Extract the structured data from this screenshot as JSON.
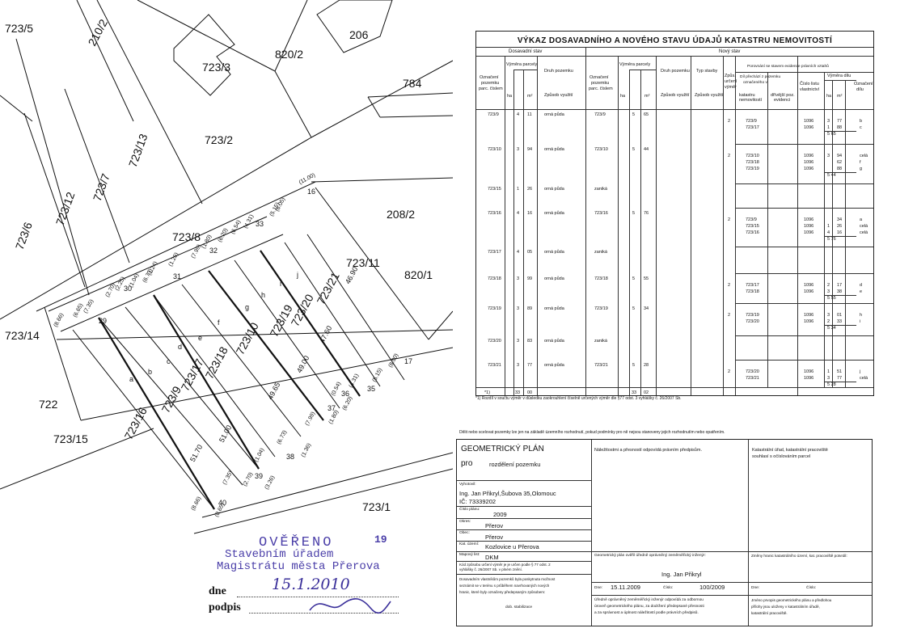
{
  "map": {
    "parcel_labels": [
      "723/5",
      "210/2",
      "723/3",
      "820/2",
      "206",
      "784",
      "723/2",
      "723/13",
      "723/7",
      "723/12",
      "723/6",
      "208/2",
      "723/8",
      "723/11",
      "820/1",
      "723/21",
      "723/20",
      "723/19",
      "723/10",
      "723/18",
      "723/17",
      "723/9",
      "723/16",
      "723/14",
      "722",
      "723/15",
      "723/1"
    ],
    "points": [
      "16",
      "17",
      "29",
      "30",
      "31",
      "32",
      "33",
      "35",
      "36",
      "37",
      "38",
      "39",
      "40"
    ],
    "letters": [
      "a",
      "b",
      "c",
      "d",
      "e",
      "f",
      "g",
      "h",
      "i",
      "j"
    ],
    "measures": [
      "(11.00)",
      "(5.15)",
      "(6.05)",
      "(4.31)",
      "(6.54)",
      "(6.20)",
      "(1.80)",
      "(7.99)",
      "(1.26)",
      "(1.24)",
      "(6.73)",
      "(1.04)",
      "(2.70)",
      "(2.25)",
      "(7.35)",
      "(6.65)",
      "(8.66)",
      "(8.00)",
      "(0.54)",
      "(4.31)",
      "(5.15)",
      "(6.20)",
      "(1.80)",
      "(7.99)",
      "(6.73)",
      "(1.04)",
      "(7.35)",
      "(2.70)",
      "(3.26)",
      "(1.36)",
      "(8.66)",
      "(0.65)",
      "46.90",
      "47.60",
      "49.00",
      "49.65",
      "51.00",
      "51.70"
    ]
  },
  "stamp": {
    "line1": "OVĚŘENO",
    "line2": "Stavebním úřadem",
    "line3": "Magistrátu města Přerova",
    "number": "19",
    "dne_label": "dne",
    "dne_value": "15.1.2010",
    "podpis_label": "podpis"
  },
  "table": {
    "title": "VÝKAZ DOSAVADNÍHO A NOVÉHO STAVU ÚDAJŮ KATASTRU NEMOVITOSTÍ",
    "group_old": "Dosavadní stav",
    "group_new": "Nový stav",
    "headers": {
      "oznaceni": [
        "Označení",
        "pozemku",
        "parc. číslem"
      ],
      "vymera": "Výměra parcely",
      "ha": "ha",
      "m2": "m²",
      "druh": "Druh pozemku",
      "zpusob": "Způsob využití",
      "typ": "Typ stavby",
      "zpusob_urceni": [
        "Způs.",
        "určení",
        "výměr"
      ],
      "porovnani": "Porovnání se stavem evidence právních vztahů",
      "dil": [
        "Díl přechází z pozemku",
        "označeného v"
      ],
      "katastru": [
        "katastru",
        "nemovitostí"
      ],
      "dri_evidenci": [
        "dřívější poz.",
        "evidenci"
      ],
      "cislo_listu": [
        "Číslo listu",
        "vlastnictví"
      ],
      "vymera_dilu": "Výměra dílu",
      "oznaceni_dilu": [
        "Označení",
        "dílu"
      ]
    },
    "rows": [
      {
        "old": "723/9",
        "ha": "",
        "m": "4",
        "m2": "11",
        "druh": "orná půda",
        "new": "723/9",
        "nm": "5",
        "nm2": "65",
        "zp": "2",
        "parts": [
          {
            "from": "723/9",
            "lv": "1096",
            "m": "3",
            "m2": "77",
            "d": "b"
          },
          {
            "from": "723/17",
            "lv": "1096",
            "m": "1",
            "m2": "88",
            "d": "c"
          }
        ],
        "sum": "5 65"
      },
      {
        "old": "723/10",
        "ha": "",
        "m": "3",
        "m2": "94",
        "druh": "orná půda",
        "new": "723/10",
        "nm": "5",
        "nm2": "44",
        "zp": "2",
        "parts": [
          {
            "from": "723/10",
            "lv": "1096",
            "m": "3",
            "m2": "94",
            "d": "celá"
          },
          {
            "from": "723/18",
            "lv": "1096",
            "m": "",
            "m2": "62",
            "d": "f"
          },
          {
            "from": "723/19",
            "lv": "1096",
            "m": "",
            "m2": "88",
            "d": "g"
          }
        ],
        "sum": "5 44"
      },
      {
        "old": "723/15",
        "ha": "",
        "m": "1",
        "m2": "26",
        "druh": "orná půda",
        "new": "zaniká",
        "nm": "",
        "nm2": "",
        "zp": "",
        "parts": [],
        "sum": ""
      },
      {
        "old": "723/16",
        "ha": "",
        "m": "4",
        "m2": "16",
        "druh": "orná půda",
        "new": "723/16",
        "nm": "5",
        "nm2": "76",
        "zp": "2",
        "parts": [
          {
            "from": "723/9",
            "lv": "1096",
            "m": "",
            "m2": "34",
            "d": "a"
          },
          {
            "from": "723/15",
            "lv": "1096",
            "m": "1",
            "m2": "26",
            "d": "celá"
          },
          {
            "from": "723/16",
            "lv": "1096",
            "m": "4",
            "m2": "16",
            "d": "celá"
          }
        ],
        "sum": "5 76"
      },
      {
        "old": "723/17",
        "ha": "",
        "m": "4",
        "m2": "05",
        "druh": "orná půda",
        "new": "zaniká",
        "nm": "",
        "nm2": "",
        "zp": "",
        "parts": [],
        "sum": ""
      },
      {
        "old": "723/18",
        "ha": "",
        "m": "3",
        "m2": "99",
        "druh": "orná půda",
        "new": "723/18",
        "nm": "5",
        "nm2": "55",
        "zp": "2",
        "parts": [
          {
            "from": "723/17",
            "lv": "1096",
            "m": "2",
            "m2": "17",
            "d": "d"
          },
          {
            "from": "723/18",
            "lv": "1096",
            "m": "3",
            "m2": "38",
            "d": "e"
          }
        ],
        "sum": "5 55"
      },
      {
        "old": "723/19",
        "ha": "",
        "m": "3",
        "m2": "89",
        "druh": "orná půda",
        "new": "723/19",
        "nm": "5",
        "nm2": "34",
        "zp": "2",
        "parts": [
          {
            "from": "723/19",
            "lv": "1096",
            "m": "3",
            "m2": "01",
            "d": "h"
          },
          {
            "from": "723/20",
            "lv": "1096",
            "m": "2",
            "m2": "33",
            "d": "i"
          }
        ],
        "sum": "5 34"
      },
      {
        "old": "723/20",
        "ha": "",
        "m": "3",
        "m2": "83",
        "druh": "orná půda",
        "new": "zaniká",
        "nm": "",
        "nm2": "",
        "zp": "",
        "parts": [],
        "sum": ""
      },
      {
        "old": "723/21",
        "ha": "",
        "m": "3",
        "m2": "77",
        "druh": "orná půda",
        "new": "723/21",
        "nm": "5",
        "nm2": "28",
        "zp": "2",
        "parts": [
          {
            "from": "723/20",
            "lv": "1096",
            "m": "1",
            "m2": "51",
            "d": "j"
          },
          {
            "from": "723/21",
            "lv": "1096",
            "m": "3",
            "m2": "77",
            "d": "celá"
          }
        ],
        "sum": "5 28"
      }
    ],
    "total": {
      "label": "*1)",
      "m": "33",
      "m2": "00",
      "nm": "33",
      "nm2": "02"
    },
    "footnote": "*1) Rozdíl v součtu výměr v důsledku zaokrouhlení číselně určených výměr dle §77 odst. 3 vyhlášky č. 26/2007 Sb.",
    "note": "Dělit nebo scelovat pozemky lze jen na základě územního rozhodnutí, pokud podmínky pro ně nejsou stanoveny jejich rozhodnutím nebo opatřením."
  },
  "plan": {
    "title": "GEOMETRICKÝ PLÁN",
    "pro_label": "pro",
    "pro_value": "rozdělení pozemku",
    "npe_text": "Náležitostmi a přesností odpovídá právním předpisům.",
    "kat_urad_text": [
      "Katastrální úřad, katastrální pracoviště",
      "souhlasí s očíslováním parcel"
    ],
    "vyhotovil_label": "Vyhotovil:",
    "vyhotovil_value": "Ing. Jan Přikryl,Šubova 35,Olomouc",
    "ic": "IČ: 73339202",
    "cislo_planu_label": "Číslo plánu:",
    "cislo_planu_value": "2009",
    "okres_label": "Okres:",
    "okres_value": "Přerov",
    "obec_label": "Obec:",
    "obec_value": "Přerov",
    "katuzemi_label": "Kat. území:",
    "katuzemi_value": "Kozlovice u Přerova",
    "mapovy_list_label": "Mapový list:",
    "mapovy_list_value": "DKM",
    "vymery_text": [
      "Kód způsobu určení výměr je je určen podle § 77 odst. 2",
      "vyhlášky č. 26/2007 Sb. v plném znění."
    ],
    "owners_text": [
      "Dosavadním vlastníkům pozemků byla poskytnuta možnost",
      "seznámit se v terénu s průběhem navrhovaných nových",
      "hranic, které byly označeny předepsaným způsobem:"
    ],
    "owners_value": "dob. stabilizace",
    "overil_text": "Geometrický plán ověřil úředně oprávněný zeměměřický inženýr:",
    "overil_name": "Ing. Jan Přikryl",
    "dne_label": "Dne:",
    "dne_value": "15.11.2009",
    "cislo_label": "Číslo:",
    "cislo_value": "100/2009",
    "overeni_text": [
      "Úředně oprávněný zeměměřický inženýr odpovídá za odbornou",
      "úroveň geometrického plánu, za dodržení předepsané přesnosti",
      "a za správnost a úplnost náležitostí podle právních předpisů."
    ],
    "changes_text": "Změny hranic katastrálního území, kat. pracoviště potvrdil:",
    "right_dne": "Dne:",
    "right_cislo": "Číslo:",
    "right_note": [
      "Jméno prvopis geometrického plánu a předlohou",
      "přílohy jsou uloženy v katastrálním úřadě,",
      "katastrální pracoviště."
    ]
  }
}
